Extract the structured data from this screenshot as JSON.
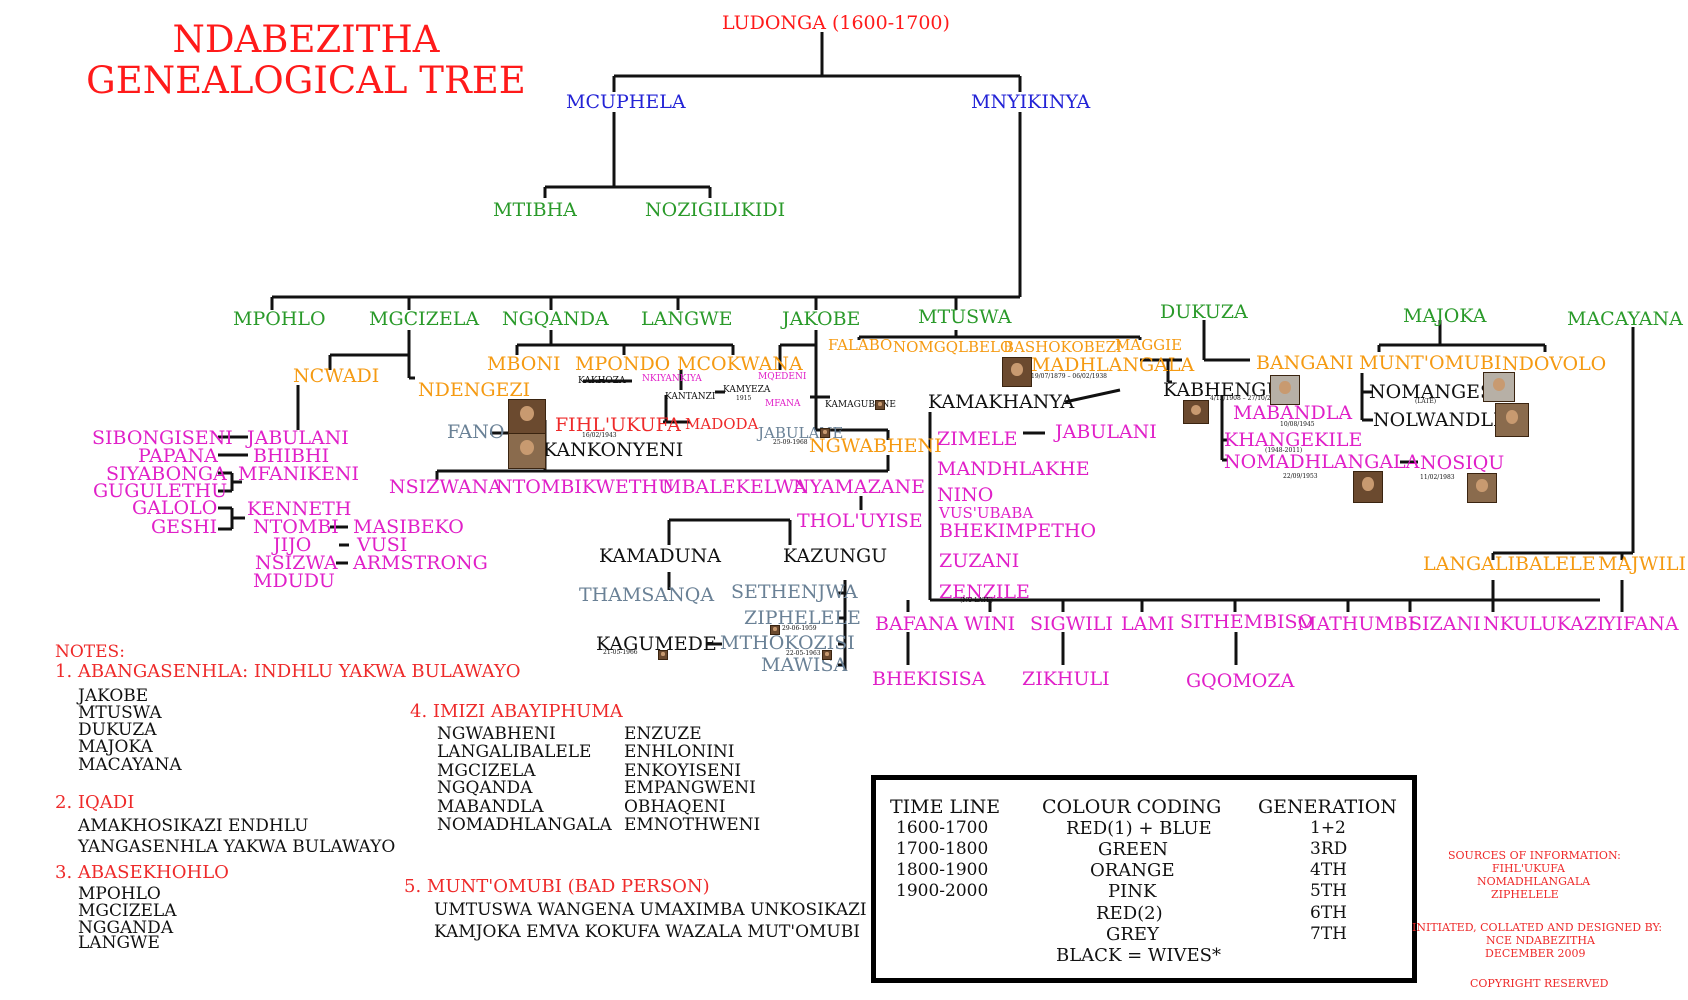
{
  "title": "NDABEZITHA GENEALOGICAL TREE",
  "root": "LUDONGA (1600-1700)",
  "gen2": [
    "MCUPHELA",
    "MNYIKINYA"
  ],
  "gen3a": [
    "MTIBHA",
    "NOZIGILIKIDI"
  ],
  "gen3b": [
    "MPOHLO",
    "MGCIZELA",
    "NGQANDA",
    "LANGWE",
    "JAKOBE",
    "MTUSWA",
    "DUKUZA",
    "MAJOKA",
    "MACAYANA"
  ],
  "orange": {
    "ncwadi": "NCWADI",
    "ndengezi": "NDENGEZI",
    "mboni": "MBONI",
    "mpondo": "MPONDO",
    "mcokwana": "MCOKWANA",
    "falabo": "FALABO",
    "nomgqlbelo": "NOMGQLBELO",
    "bashokobezi": "BASHOKOBEZI",
    "maggie": "MAGGIE",
    "madhlangala": "MADHLANGALA",
    "bangani": "BANGANI",
    "muntomubi": "MUNT'OMUBI",
    "ndovolo": "NDOVOLO",
    "ngwabheni": "NGWABHENI",
    "langalibalele": "LANGALIBALELE",
    "majwili": "MAJWILI"
  },
  "pink": {
    "sibongiseni": "SIBONGISENI",
    "papana": "PAPANA",
    "siyabonga": "SIYABONGA",
    "guguleth": "GUGULETHU",
    "galolo": "GALOLO",
    "geshi": "GESHI",
    "jabulani1": "JABULANI",
    "bhibhi": "BHIBHI",
    "mfanikeni": "MFANIKENI",
    "kenneth": "KENNETH",
    "ntombi": "NTOMBI",
    "jijo": "JIJO",
    "nsizwa": "NSIZWA",
    "mdudu": "MDUDU",
    "masibeko": "MASIBEKO",
    "vusi": "VUSI",
    "armstrong": "ARMSTRONG",
    "nsizwana": "NSIZWANA",
    "ntombikwethu": "NTOMBIKWETHU",
    "mbalekelwa": "MBALEKELWA",
    "nyamazane": "NYAMAZANE",
    "tholuyise": "THOL'UYISE",
    "nkiyankiya": "NKIYANKIYA",
    "mqedeni": "MQEDENI",
    "mfana": "MFANA",
    "zimele": "ZIMELE",
    "jabulani2": "JABULANI",
    "mandhlakhe": "MANDHLAKHE",
    "nino": "NINO",
    "vusubaba": "VUS'UBABA",
    "bhekimpetho": "BHEKIMPETHO",
    "zuzani": "ZUZANI",
    "zenzile": "ZENZILE",
    "mabandla": "MABANDLA",
    "khangekile": "KHANGEKILE",
    "nomadhlangala": "NOMADHLANGALA",
    "nosiqu": "NOSIQU",
    "bafana": "BAFANA",
    "wini": "WINI",
    "sigwili": "SIGWILI",
    "lami": "LAMI",
    "sithembiso": "SITHEMBISO",
    "mathumbi": "MATHUMBI",
    "sizani": "SIZANI",
    "nkulukazi": "NKULUKAZI",
    "yifana": "YIFANA",
    "bhekisisa": "BHEKISISA",
    "zikhuli": "ZIKHULI",
    "gqomoza": "GQOMOZA"
  },
  "red2": {
    "fihlukufa": "FIHL'UKUFA",
    "madoda": "MADODA"
  },
  "grey": {
    "fano": "FANO",
    "jabulane": "JABULANE",
    "thamsanqa": "THAMSANQA",
    "sethenjwa": "SETHENJWA",
    "ziphelele": "ZIPHELELE",
    "mthokozisi": "MTHOKOZISI",
    "mawisa": "MAWISA"
  },
  "black": {
    "kakhoza": "KAKHOZA",
    "kantanzi": "KANTANZI",
    "kamyeza": "KAMYEZA",
    "kamagubane": "KAMAGUBANE",
    "kankonyeni": "KANKONYENI",
    "kamakhanya": "KAMAKHANYA",
    "kabhengu": "KABHENGU",
    "nomangesi": "NOMANGESI",
    "nolwandle": "NOLWANDLE",
    "kamaduna": "KAMADUNA",
    "kazungu": "KAZUNGU",
    "kagumede": "KAGUMEDE"
  },
  "dates": {
    "fihl": "16/02/1943",
    "jabulane": "25-09-1968",
    "kamyeza": "1915",
    "madhlangala": "19/07/1879 – 06/02/1938",
    "kabhengu": "4/12/1908 – 27/10/2000",
    "mabandla": "10/08/1945",
    "khangekile": "(1948-2011)",
    "nomadhlangala": "22/09/1953",
    "nosiqu": "11/02/1983",
    "nomangesi": "(LATE)",
    "ziphelele": "29-06-1959",
    "mthokozisi": "22-05-1963",
    "kagumede": "21-05-1966",
    "zenzile": "(NO LATE)"
  },
  "notes": {
    "heading": "NOTES:",
    "n1_title": "1. ABANGASENHLA: INDHLU YAKWA BULAWAYO",
    "n1_items": [
      "JAKOBE",
      "MTUSWA",
      "DUKUZA",
      "MAJOKA",
      "MACAYANA"
    ],
    "n2_title": "2. IQADI",
    "n2_items": [
      "AMAKHOSIKAZI ENDHLU",
      "YANGASENHLA YAKWA BULAWAYO"
    ],
    "n3_title": "3. ABASEKHOHLO",
    "n3_items": [
      "MPOHLO",
      "MGCIZELA",
      "NGGANDA",
      "LANGWE"
    ],
    "n4_title": "4. IMIZI ABAYIPHUMA",
    "n4_left": [
      "NGWABHENI",
      "LANGALIBALELE",
      "MGCIZELA",
      "NGQANDA",
      "MABANDLA",
      "NOMADHLANGALA"
    ],
    "n4_right": [
      "ENZUZE",
      "ENHLONINI",
      "ENKOYISENI",
      "EMPANGWENI",
      "OBHAQENI",
      "EMNOTHWENI"
    ],
    "n5_title": "5. MUNT'OMUBI (BAD PERSON)",
    "n5_items": [
      "UMTUSWA WANGENA UMAXIMBA UNKOSIKAZI",
      "KAMJOKA EMVA KOKUFA WAZALA MUT'OMUBI"
    ]
  },
  "timeline": {
    "headers": [
      "TIME LINE",
      "COLOUR CODING",
      "GENERATION"
    ],
    "rows": [
      [
        "1600-1700",
        "RED(1) + BLUE",
        "1+2"
      ],
      [
        "1700-1800",
        "GREEN",
        "3RD"
      ],
      [
        "1800-1900",
        "ORANGE",
        "4TH"
      ],
      [
        "1900-2000",
        "PINK",
        "5TH"
      ],
      [
        "",
        "RED(2)",
        "6TH"
      ],
      [
        "",
        "GREY",
        "7TH"
      ]
    ],
    "footer": "BLACK = WIVES*"
  },
  "sources": {
    "lines": [
      "SOURCES OF INFORMATION:",
      "FIHL'UKUFA",
      "NOMADHLANGALA",
      "ZIPHELELE"
    ],
    "credit": [
      "INITIATED, COLLATED AND DESIGNED BY:",
      "NCE NDABEZITHA",
      "DECEMBER 2009"
    ],
    "copyright": "COPYRIGHT RESERVED"
  },
  "colors": {
    "gen1_red": "#ff1a1a",
    "gen2_blue": "#2323d6",
    "gen3_green": "#2a9a2a",
    "gen4_orange": "#f59a12",
    "gen5_pink": "#e020c8",
    "gen6_red": "#ee2a2a",
    "gen7_grey": "#6a8196",
    "wives_black": "#111111"
  }
}
